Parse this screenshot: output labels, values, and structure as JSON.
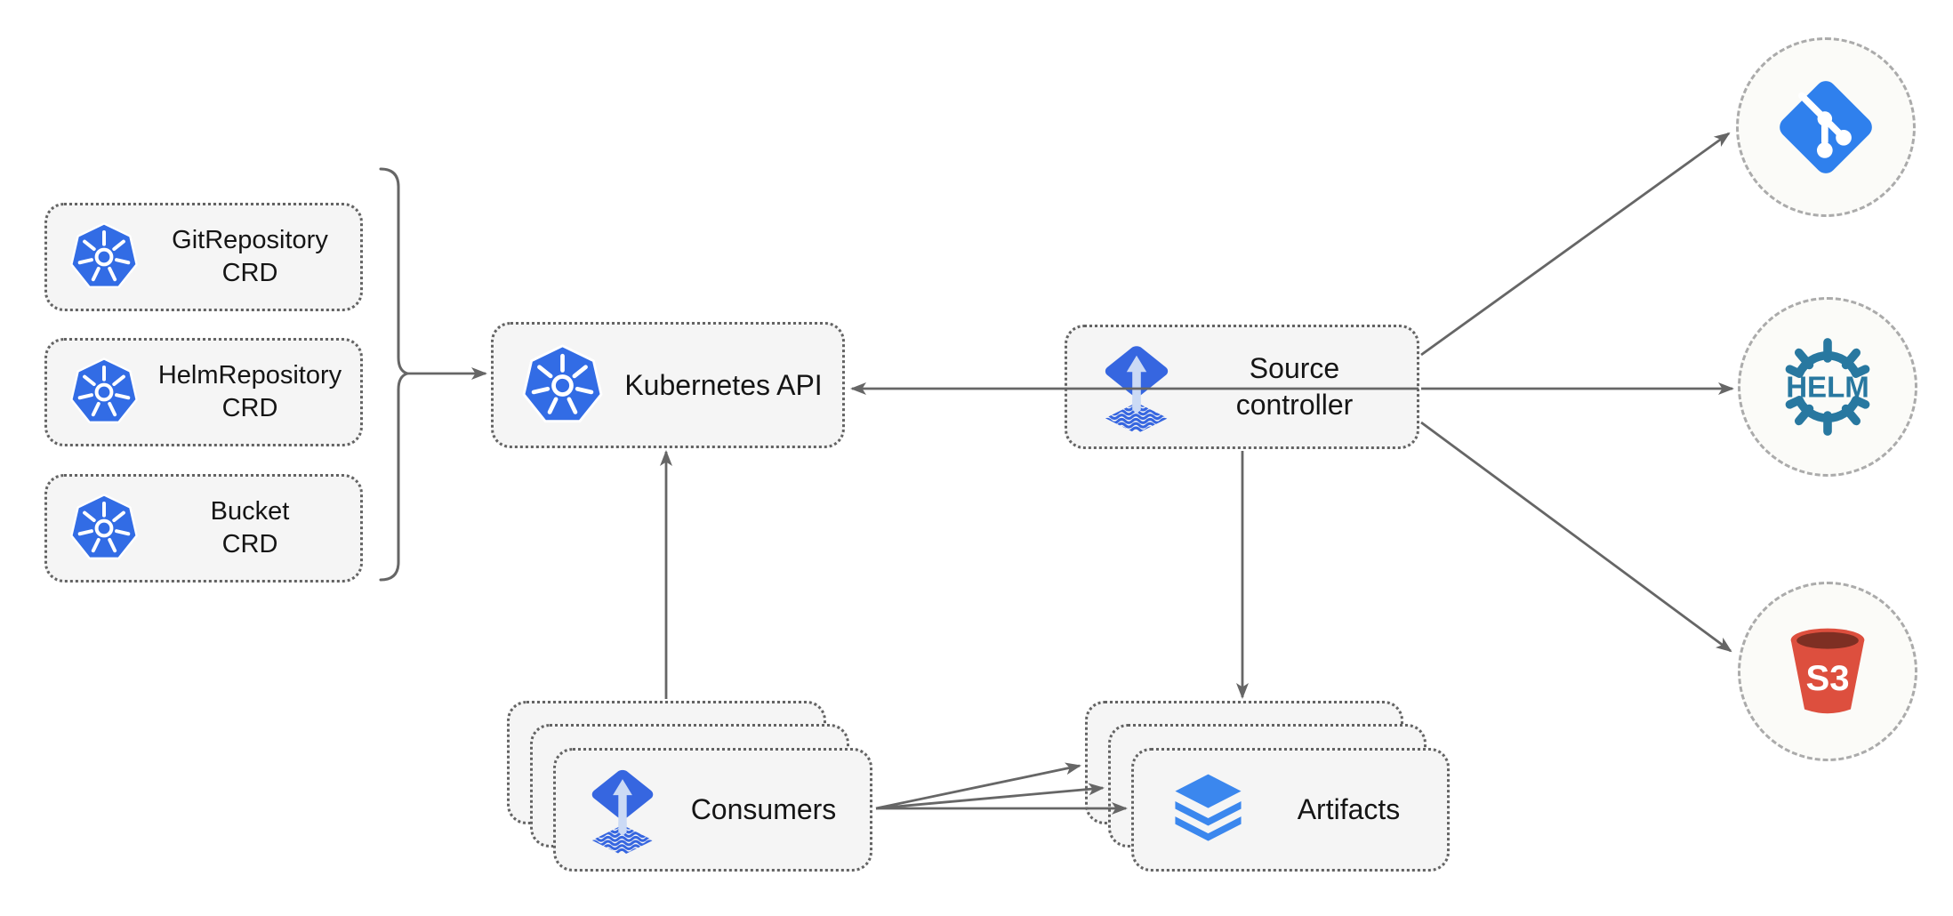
{
  "diagram": {
    "crds": [
      {
        "line1": "GitRepository",
        "line2": "CRD"
      },
      {
        "line1": "HelmRepository",
        "line2": "CRD"
      },
      {
        "line1": "Bucket",
        "line2": "CRD"
      }
    ],
    "kubernetes_api": {
      "label": "Kubernetes API"
    },
    "source_controller": {
      "line1": "Source",
      "line2": "controller"
    },
    "consumers": {
      "label": "Consumers"
    },
    "artifacts": {
      "label": "Artifacts"
    },
    "providers": {
      "helm_text": "HELM",
      "s3_text": "S3"
    },
    "icons": {
      "kubernetes": "kubernetes-icon",
      "flux": "flux-icon",
      "git": "git-icon",
      "helm": "helm-icon",
      "s3": "s3-bucket-icon",
      "artifacts": "layers-icon"
    },
    "colors": {
      "kubernetes_blue": "#326CE5",
      "git_blue": "#2F80ED",
      "helm_teal": "#2878A0",
      "s3_red": "#DD4F3E",
      "s3_dark": "#7E2F23",
      "flux_blue": "#3666E0",
      "flux_arrow_light": "#CBDAF5",
      "layers_blue": "#3B87EE",
      "box_fill": "#F5F5F5",
      "box_border": "#636363",
      "arrow_gray": "#666666",
      "circle_border": "#ABABAB"
    }
  }
}
